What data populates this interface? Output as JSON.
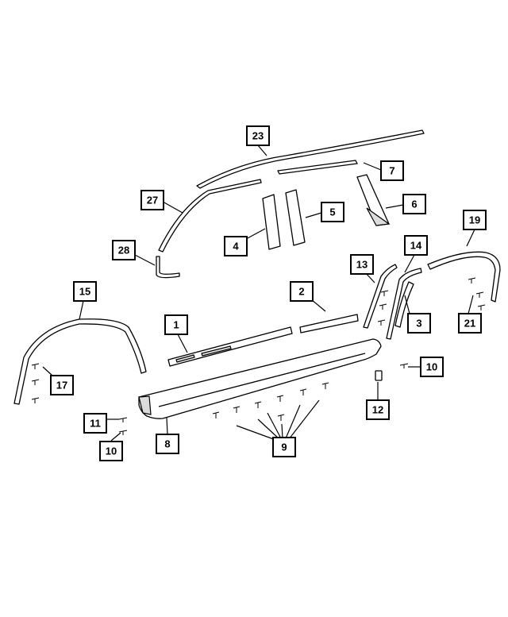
{
  "callouts": {
    "c23": "23",
    "c7": "7",
    "c27": "27",
    "c5": "5",
    "c6": "6",
    "c4": "4",
    "c28": "28",
    "c19": "19",
    "c14": "14",
    "c13": "13",
    "c15": "15",
    "c2": "2",
    "c1": "1",
    "c3": "3",
    "c21": "21",
    "c10a": "10",
    "c17": "17",
    "c11": "11",
    "c12": "12",
    "c8": "8",
    "c9": "9",
    "c10b": "10"
  }
}
